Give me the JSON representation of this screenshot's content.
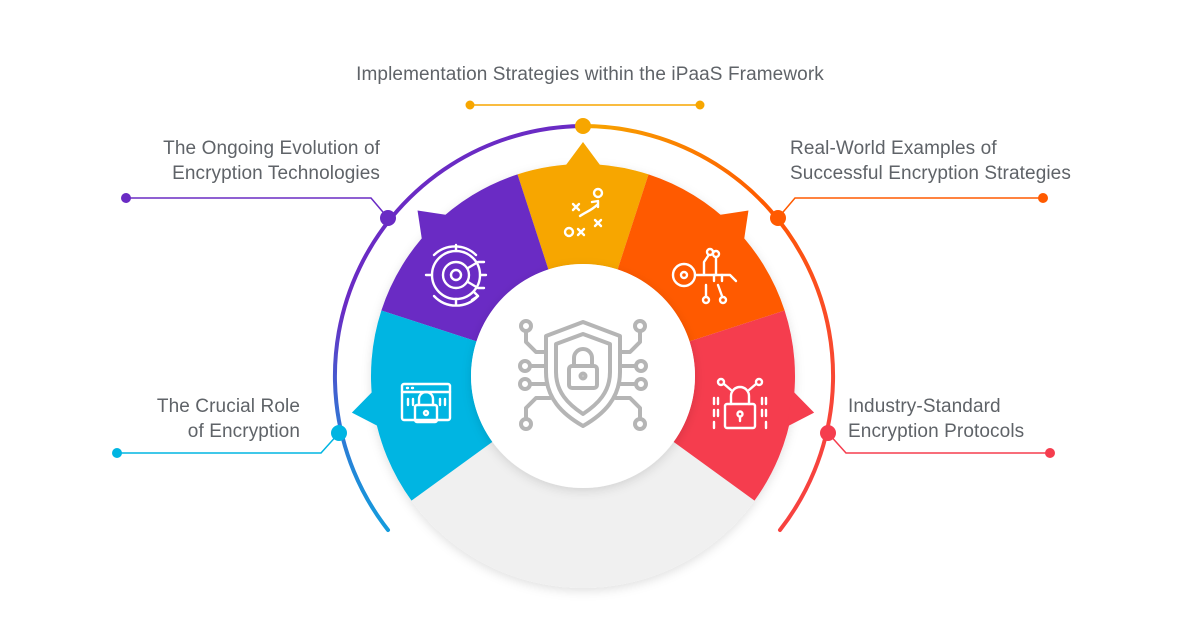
{
  "colors": {
    "blue": "#00B5E2",
    "purple": "#6A2BC4",
    "yellow": "#F7A600",
    "orange": "#FF5A00",
    "red": "#F53D4E",
    "gray_base": "#F0F0F0",
    "center_icon": "#B5B5B5",
    "text": "#5f6368"
  },
  "center": {
    "icon": "shield-lock-circuit-icon"
  },
  "segments": [
    {
      "id": "top",
      "color": "#F7A600",
      "icon": "strategy-play-icon",
      "label_lines": [
        "Implementation Strategies within the iPaaS Framework"
      ]
    },
    {
      "id": "upper-left",
      "color": "#6A2BC4",
      "icon": "evolution-gear-circuit-icon",
      "label_lines": [
        "The Ongoing Evolution of",
        "Encryption Technologies"
      ]
    },
    {
      "id": "upper-right",
      "color": "#FF5A00",
      "icon": "digital-key-icon",
      "label_lines": [
        "Real-World Examples of",
        "Successful Encryption Strategies"
      ]
    },
    {
      "id": "lower-left",
      "color": "#00B5E2",
      "icon": "browser-lock-icon",
      "label_lines": [
        "The Crucial Role",
        "of Encryption"
      ]
    },
    {
      "id": "lower-right",
      "color": "#F53D4E",
      "icon": "binary-lock-icon",
      "label_lines": [
        "Industry-Standard",
        "Encryption Protocols"
      ]
    }
  ]
}
